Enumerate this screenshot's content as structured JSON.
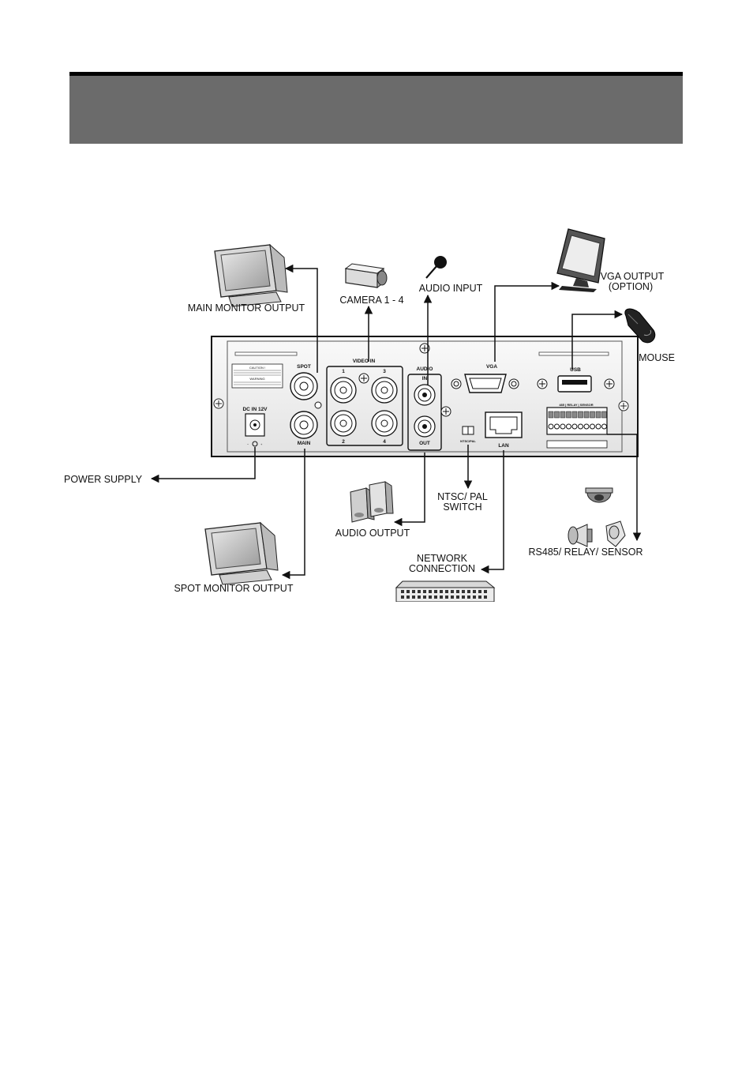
{
  "labels": {
    "main_monitor_output": "MAIN MONITOR OUTPUT",
    "camera": "CAMERA 1 - 4",
    "audio_input": "AUDIO INPUT",
    "vga_output_line1": "VGA OUTPUT",
    "vga_output_line2": "(OPTION)",
    "mouse": "MOUSE",
    "power_supply": "POWER SUPPLY",
    "ntsc_pal_line1": "NTSC/ PAL",
    "ntsc_pal_line2": "SWITCH",
    "audio_output": "AUDIO OUTPUT",
    "rs485_relay_sensor": "RS485/ RELAY/ SENSOR",
    "network_line1": "NETWORK",
    "network_line2": "CONNECTION",
    "spot_monitor_output": "SPOT MONITOR OUTPUT"
  },
  "panel": {
    "spot": "SPOT",
    "main": "MAIN",
    "video_in": "VIDEO IN",
    "ch1": "1",
    "ch2": "2",
    "ch3": "3",
    "ch4": "4",
    "audio": "AUDIO",
    "audio_in": "IN",
    "audio_out": "OUT",
    "vga": "VGA",
    "usb": "USB",
    "lan": "LAN",
    "ntsc_pal": "NTSC/PAL",
    "dc_in": "DC IN 12V",
    "terminal_header": "485 | RELAY | SENSOR",
    "caution": "CAUTION !",
    "warning": "WARNING"
  }
}
